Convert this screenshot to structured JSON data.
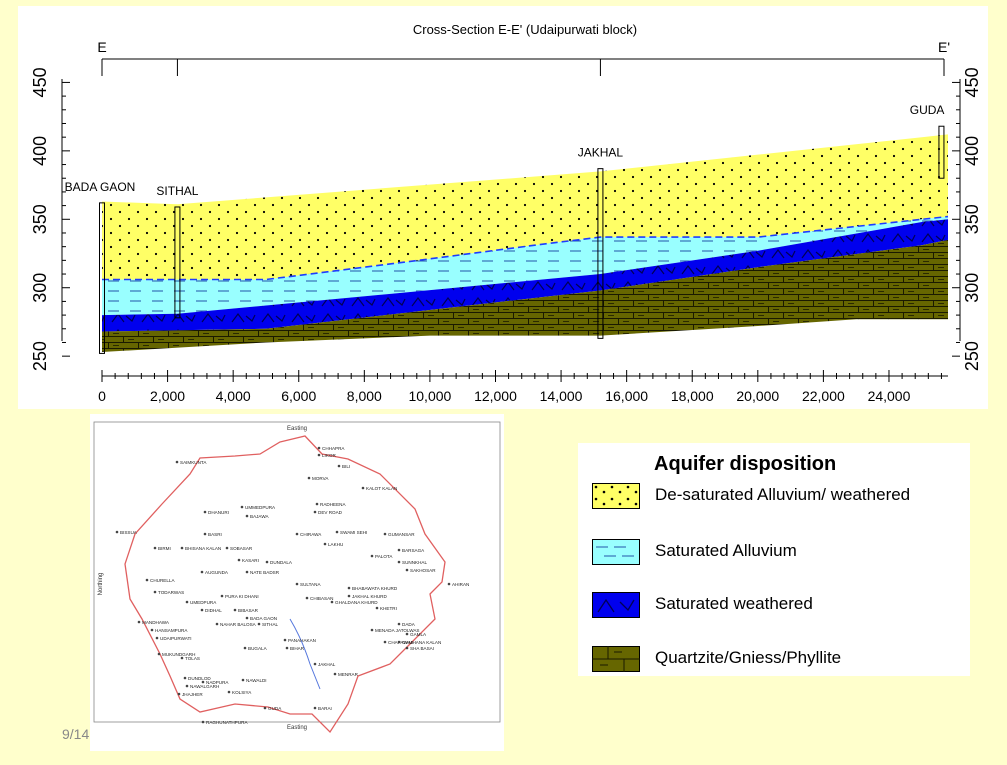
{
  "colors": {
    "background": "#ffffcc",
    "desaturated": "#ffff66",
    "saturated_alluvium": "#99ffff",
    "saturated_weathered": "#0000ee",
    "bedrock": "#666600",
    "map_boundary": "#e06060",
    "map_river": "#5577dd"
  },
  "cross_section": {
    "title": "Cross-Section E-E' (Udaipurwati block)",
    "end_left": "E",
    "end_right": "E'",
    "x_ticks": [
      "0",
      "2,000",
      "4,000",
      "6,000",
      "8,000",
      "10,000",
      "12,000",
      "14,000",
      "16,000",
      "18,000",
      "20,000",
      "22,000",
      "24,000"
    ],
    "y_ticks_left": [
      "450",
      "400",
      "350",
      "300",
      "250"
    ],
    "y_ticks_right": [
      "450",
      "400",
      "350",
      "300",
      "250"
    ],
    "x_range": [
      0,
      25800
    ],
    "y_range": [
      245,
      462
    ],
    "wells": [
      {
        "name": "BADA GAON",
        "x": 0,
        "top": 362,
        "bottom": 252
      },
      {
        "name": "SITHAL",
        "x": 2300,
        "top": 359,
        "bottom": 278
      },
      {
        "name": "JAKHAL",
        "x": 15200,
        "top": 387,
        "bottom": 263
      },
      {
        "name": "GUDA",
        "x": 25600,
        "top": 418,
        "bottom": 380
      }
    ],
    "profiles": {
      "surface": [
        [
          0,
          363
        ],
        [
          2300,
          361
        ],
        [
          15200,
          385
        ],
        [
          25800,
          412
        ]
      ],
      "water_level": [
        [
          0,
          306
        ],
        [
          5000,
          306
        ],
        [
          9000,
          318
        ],
        [
          13500,
          332
        ],
        [
          15200,
          337
        ],
        [
          20000,
          337
        ],
        [
          25000,
          350
        ],
        [
          25800,
          352
        ]
      ],
      "weathered_top": [
        [
          0,
          280
        ],
        [
          2300,
          281
        ],
        [
          5000,
          287
        ],
        [
          9000,
          296
        ],
        [
          15200,
          310
        ],
        [
          20000,
          327
        ],
        [
          25000,
          348
        ],
        [
          25800,
          350
        ]
      ],
      "bedrock_top": [
        [
          0,
          268
        ],
        [
          5000,
          270
        ],
        [
          9000,
          281
        ],
        [
          15200,
          298
        ],
        [
          20000,
          315
        ],
        [
          25000,
          331
        ],
        [
          25800,
          335
        ]
      ],
      "base": [
        [
          0,
          253
        ],
        [
          5000,
          260
        ],
        [
          10000,
          265
        ],
        [
          15200,
          265
        ],
        [
          20000,
          272
        ],
        [
          23000,
          277
        ],
        [
          25800,
          277
        ]
      ]
    }
  },
  "map": {
    "top_label": "Easting",
    "bottom_label": "Easting",
    "side_label": "Northing",
    "places": [
      "CHHAPRA",
      "LIKOR",
      "BILI",
      "MORVA",
      "KALOT KALAN",
      "SAIMKUNTA",
      "DHANURI",
      "UMMEDPURA",
      "RADHEENA",
      "DEV ROAD",
      "BAJAWA",
      "BISSUA",
      "BASRI",
      "CHIRAWA",
      "SWAMI SEHI",
      "GUMANSAR",
      "BIRMI",
      "BHISANA KALAN",
      "SOBASAR",
      "LAKHU",
      "KASARI",
      "DUNDALA",
      "NATE BADSR",
      "BARSAGA",
      "PALOTA",
      "SUNNKHAL",
      "SAKHOSAR",
      "AUGUNDA",
      "CHURELLA",
      "TODARWAS",
      "PURA KI DHANI",
      "SULTANA",
      "BHABAWATA KHURD",
      "JAKHAL KHURD",
      "AHIRAN",
      "UMEDPURA",
      "CHIBASAN",
      "KHETRI",
      "DIDHAL",
      "BIBASAR",
      "GHALDANA KHURD",
      "MANDHAWA",
      "HANSAMPURA",
      "NAHAR BALOSA",
      "SITHAL",
      "DADA",
      "MENADA JATOLWAS",
      "GAMLA",
      "BADA GAON",
      "BUGALA",
      "PANAHAKAN",
      "BIHAR",
      "UDAIPURWATI",
      "CHAPAWAS",
      "GAMHANA KALAN",
      "SHA BASAI",
      "MUKUNDGARH",
      "TOLAS",
      "DUNDLOD",
      "NAWALDI",
      "MENRAR",
      "JAKHAL",
      "KOLSIYA",
      "NADPURA",
      "NAWALGARH",
      "JHAJHER",
      "RAGHUNATHPURA",
      "GUDA",
      "BARAI"
    ]
  },
  "legend": {
    "title": "Aquifer disposition",
    "items": [
      {
        "label": "De-saturated Alluvium/ weathered"
      },
      {
        "label": "Saturated Alluvium"
      },
      {
        "label": "Saturated weathered"
      },
      {
        "label": "Quartzite/Gniess/Phyllite"
      }
    ]
  },
  "footer": {
    "date": "9/14"
  }
}
